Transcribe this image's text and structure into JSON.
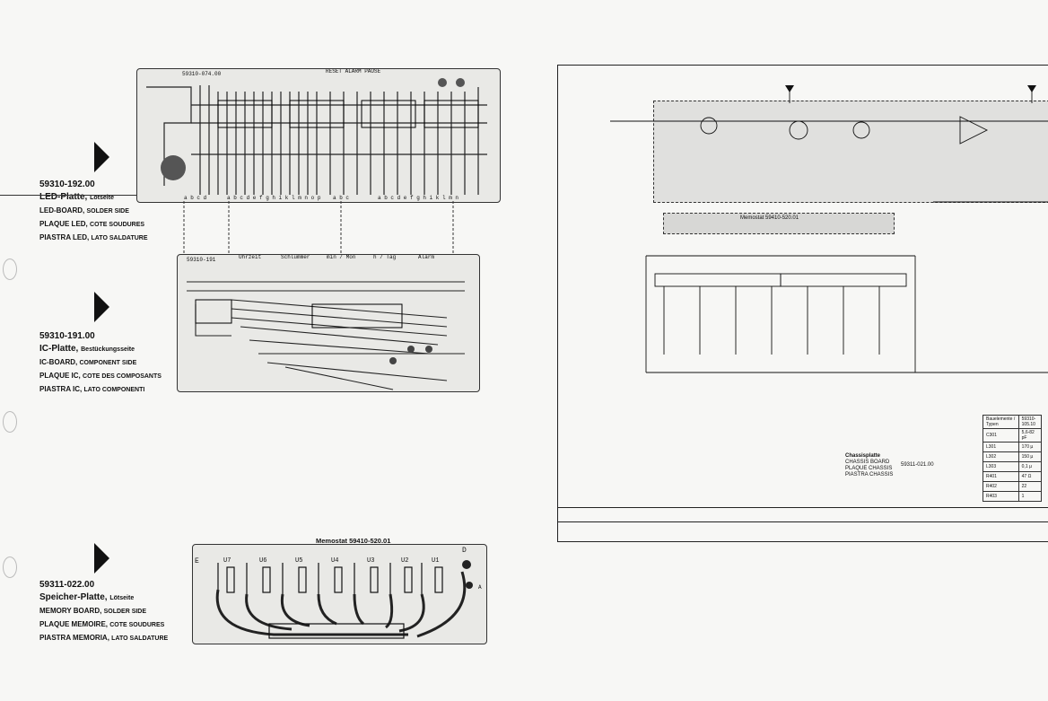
{
  "boards": {
    "led": {
      "code": "59310-192.00",
      "title": "LED-Platte,",
      "title_sub": "Lötseite",
      "en": "LED-BOARD,",
      "en_sub": "SOLDER SIDE",
      "fr": "PLAQUE LED,",
      "fr_sub": "COTE SOUDURES",
      "it": "PIASTRA LED,",
      "it_sub": "LATO SALDATURE",
      "pcb_id": "59310-074.00",
      "top_label": "RESET ALARM PAUSE",
      "pins_a": "a b c d",
      "pins_b": "a b c d e f g h i k l m n o p",
      "pins_c": "a b c",
      "pins_d": "a b c d e f g h i k l m n"
    },
    "ic": {
      "code": "59310-191.00",
      "title": "IC-Platte,",
      "title_sub": "Bestückungsseite",
      "en": "IC-BOARD,",
      "en_sub": "COMPONENT SIDE",
      "fr": "PLAQUE IC,",
      "fr_sub": "COTE DES COMPOSANTS",
      "it": "PIASTRA IC,",
      "it_sub": "LATO COMPONENTI",
      "pcb_id": "59310-191",
      "switch_labels": [
        "Uhrzeit",
        "Schlummer",
        "min / Mon",
        "h / Tag",
        "Alarm"
      ]
    },
    "mem": {
      "code": "59311-022.00",
      "title": "Speicher-Platte,",
      "title_sub": "Lötseite",
      "en": "MEMORY BOARD,",
      "en_sub": "SOLDER SIDE",
      "fr": "PLAQUE MEMOIRE,",
      "fr_sub": "COTE SOUDURES",
      "it": "PIASTRA MEMORIA,",
      "it_sub": "LATO SALDATURE",
      "board_title": "Memostat 59410-520.01",
      "units": [
        "U7",
        "U6",
        "U5",
        "U4",
        "U3",
        "U2",
        "U1"
      ],
      "left_pin": "E",
      "right_pin": "D",
      "pin_a": "A"
    }
  },
  "schematic": {
    "memostat_label": "Memostat 59410-520.01",
    "chassis_label": "Chassisplatte",
    "chassis_en": "CHASSIS BOARD",
    "chassis_fr": "PLAQUE CHASSIS",
    "chassis_it": "PIASTRA CHASSIS",
    "chassis_code": "59311-021.00",
    "table_header": [
      "Bauelemente / Typen",
      "59310-105.10"
    ],
    "table_rows": [
      [
        "C301",
        "5,6-82 pF"
      ],
      [
        "L301",
        "170 µ"
      ],
      [
        "L302",
        "150 µ"
      ],
      [
        "L303",
        "0,1 µ"
      ],
      [
        "R401",
        "47 Ω"
      ],
      [
        "R402",
        "22"
      ],
      [
        "R403",
        "1"
      ]
    ]
  }
}
